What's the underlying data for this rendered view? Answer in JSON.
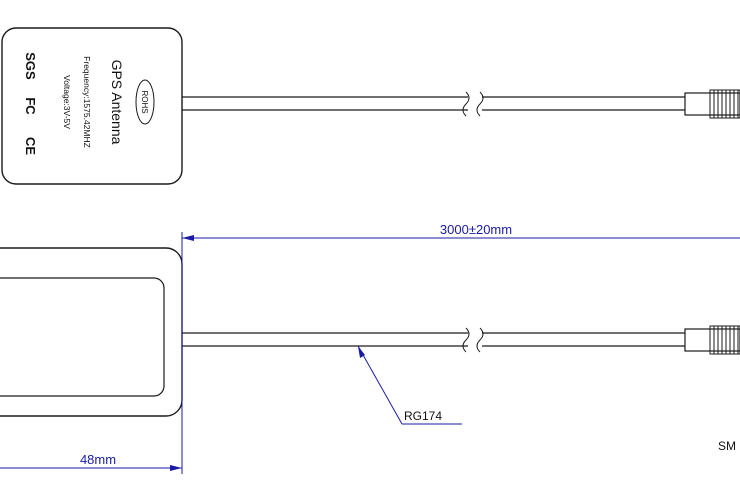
{
  "antenna_label": {
    "title": "GPS Antenna",
    "rohs": "ROHS",
    "frequency": "Frequency:1575.42MHZ",
    "voltage": "Voltage:3V-5V",
    "logos": [
      "SGS",
      "FC",
      "CE"
    ]
  },
  "dimensions": {
    "cable_length": "3000±20mm",
    "antenna_width": "48mm"
  },
  "callouts": {
    "cable_type": "RG174",
    "connector_partial": "SM"
  },
  "colors": {
    "dimension_lines": "#1a1aa6",
    "outline": "#1a1a1a"
  }
}
